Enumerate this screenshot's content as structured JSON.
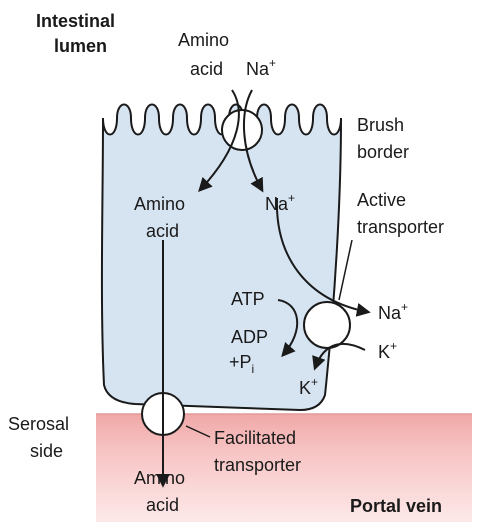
{
  "labels": {
    "intestinal_lumen_1": "Intestinal",
    "intestinal_lumen_2": "lumen",
    "top_amino_1": "Amino",
    "top_amino_2": "acid",
    "top_na": "Na",
    "top_na_sup": "+",
    "brush_1": "Brush",
    "brush_2": "border",
    "cell_amino_1": "Amino",
    "cell_amino_2": "acid",
    "cell_na": "Na",
    "cell_na_sup": "+",
    "active_1": "Active",
    "active_2": "transporter",
    "atp": "ATP",
    "adp": "ADP",
    "pi": "+P",
    "pi_sub": "i",
    "out_na": "Na",
    "out_na_sup": "+",
    "k_in": "K",
    "k_in_sup": "+",
    "k_out": "K",
    "k_out_sup": "+",
    "serosal_1": "Serosal",
    "serosal_2": "side",
    "facilitated_1": "Facilitated",
    "facilitated_2": "transporter",
    "bottom_amino_1": "Amino",
    "bottom_amino_2": "acid",
    "portal_vein": "Portal vein"
  },
  "colors": {
    "cell_fill": "#d6e4f2",
    "portal_top": "#f0a8a8",
    "portal_bottom": "#fde6e6",
    "stroke": "#1a1a1a"
  }
}
